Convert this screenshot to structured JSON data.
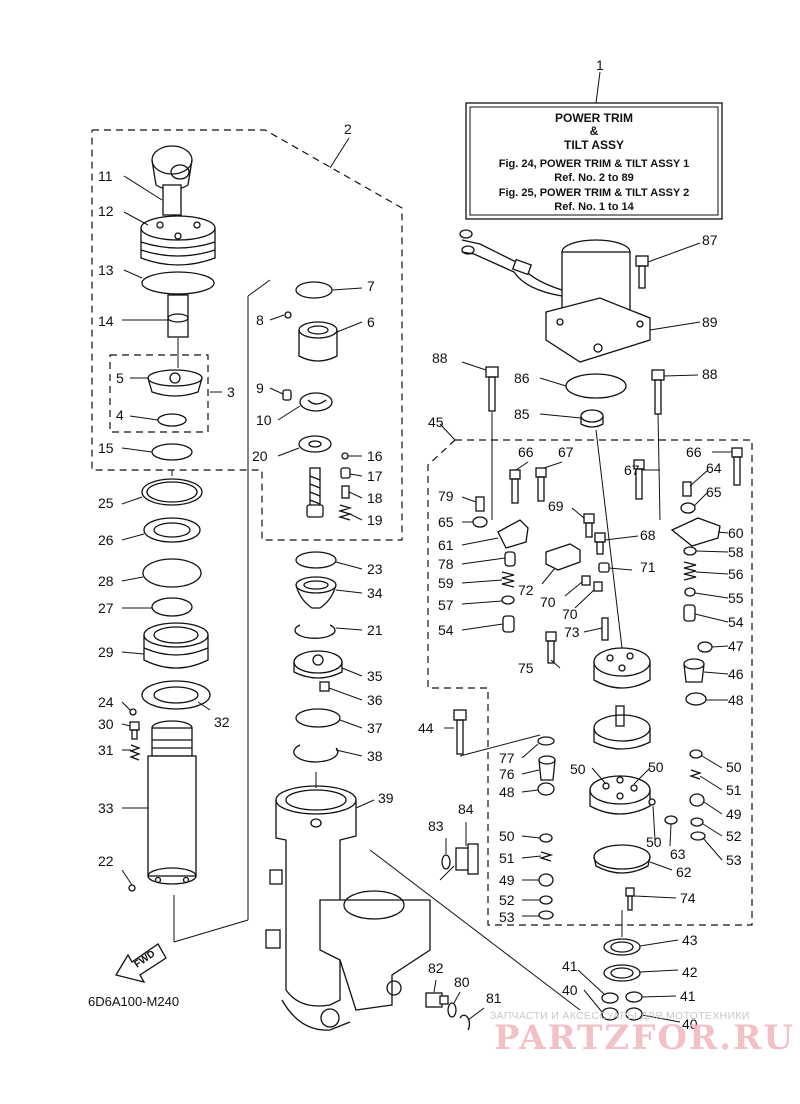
{
  "title_box": {
    "line1": "POWER TRIM",
    "line2": "&",
    "line3": "TILT ASSY",
    "line4": "Fig. 24, POWER TRIM & TILT ASSY 1",
    "line5": "Ref. No. 2 to 89",
    "line6": "Fig. 25, POWER TRIM & TILT ASSY 2",
    "line7": "Ref. No. 1 to 14"
  },
  "fwd_label": "FWD",
  "diagram_code": "6D6A100-M240",
  "watermark": {
    "small": "ЗАПЧАСТИ И АКСЕССУАРЫ ДЛЯ МОТОТЕХНИКИ",
    "big": "PARTZFOR.RU"
  },
  "callouts": [
    "1",
    "2",
    "3",
    "4",
    "5",
    "6",
    "7",
    "8",
    "9",
    "10",
    "11",
    "12",
    "13",
    "14",
    "15",
    "16",
    "17",
    "18",
    "19",
    "20",
    "21",
    "22",
    "23",
    "24",
    "25",
    "26",
    "27",
    "28",
    "29",
    "30",
    "31",
    "32",
    "33",
    "34",
    "35",
    "36",
    "37",
    "38",
    "39",
    "40",
    "40",
    "41",
    "41",
    "42",
    "43",
    "44",
    "45",
    "46",
    "47",
    "48",
    "48",
    "49",
    "49",
    "50",
    "50",
    "50",
    "50",
    "50",
    "51",
    "51",
    "52",
    "52",
    "53",
    "53",
    "54",
    "54",
    "55",
    "56",
    "57",
    "58",
    "59",
    "60",
    "61",
    "62",
    "63",
    "64",
    "65",
    "65",
    "66",
    "66",
    "67",
    "67",
    "68",
    "69",
    "70",
    "70",
    "71",
    "72",
    "73",
    "74",
    "75",
    "76",
    "77",
    "78",
    "79",
    "80",
    "81",
    "82",
    "83",
    "84",
    "85",
    "86",
    "87",
    "88",
    "88",
    "89"
  ]
}
